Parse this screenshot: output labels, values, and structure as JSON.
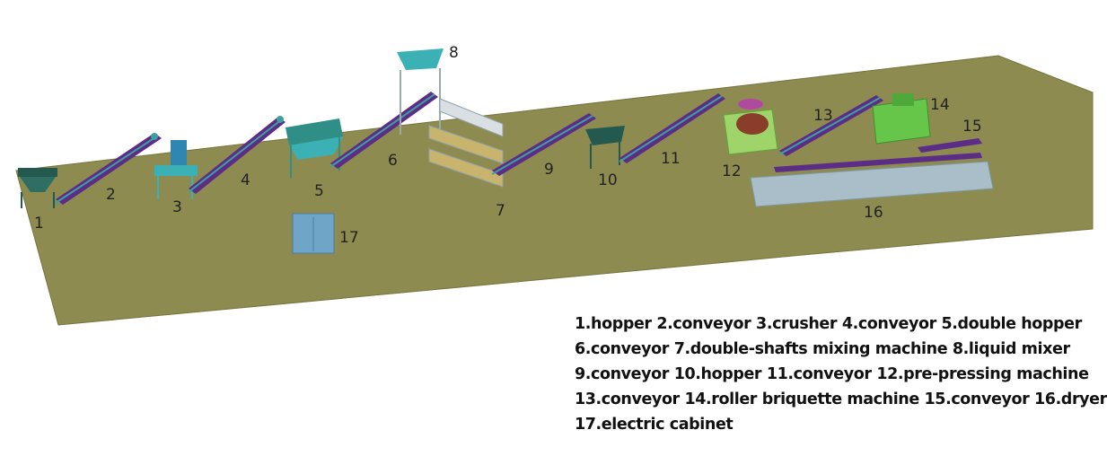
{
  "colors": {
    "floor": "#8d8b4f",
    "floor_edge": "#76743c",
    "belt": "#5b2d86",
    "belt_frame": "#3f9fa0",
    "machine_teal": "#2f8f86",
    "machine_cyan": "#3bb1b6",
    "machine_green": "#66c64a",
    "machine_dark": "#24594f",
    "cabinet": "#6fa6c8",
    "dryer_frame": "#7d9aa8"
  },
  "numbers": {
    "n1": "1",
    "n2": "2",
    "n3": "3",
    "n4": "4",
    "n5": "5",
    "n6": "6",
    "n7": "7",
    "n8": "8",
    "n9": "9",
    "n10": "10",
    "n11": "11",
    "n12": "12",
    "n13": "13",
    "n14": "14",
    "n15": "15",
    "n16": "16",
    "n17": "17"
  },
  "legend": {
    "line1": "1.hopper  2.conveyor   3.crusher   4.conveyor  5.double  hopper",
    "line2": "6.conveyor  7.double-shafts mixing machine   8.liquid  mixer",
    "line3": "9.conveyor  10.hopper    11.conveyor   12.pre-pressing   machine",
    "line4": "13.conveyor  14.roller briquette machine  15.conveyor  16.dryer",
    "line5": "17.electric  cabinet"
  }
}
